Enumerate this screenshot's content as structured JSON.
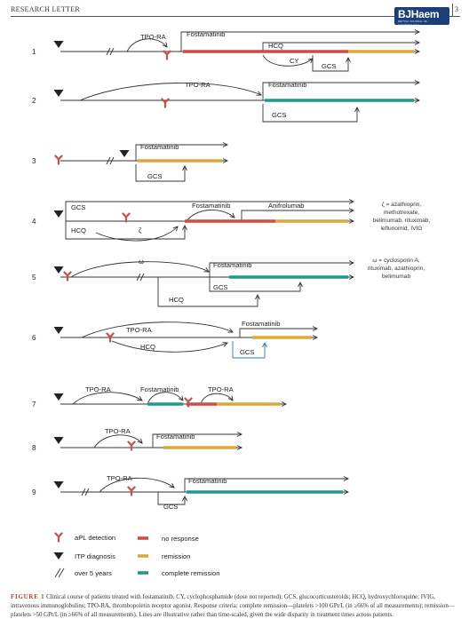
{
  "header": {
    "section": "RESEARCH LETTER",
    "page_number": "3",
    "journal_logo": "BJHaem",
    "journal_logo_sub": "BRITISH JOURNAL OF HAEMATOLOGY"
  },
  "colors": {
    "no_response": "#cf4b45",
    "remission": "#e1a63a",
    "complete_remission": "#1d9a8a",
    "highlight_blue": "#2b79b8",
    "aPL_marker": "#c9514a",
    "line": "#333333"
  },
  "patients": {
    "p1": {
      "num": "1",
      "tpo": "TPO-RA",
      "fosta": "Fostamatinib",
      "hcq": "HCQ",
      "cy": "CY",
      "gcs": "GCS"
    },
    "p2": {
      "num": "2",
      "tpo": "TPO-RA",
      "fosta": "Fostamatinib",
      "gcs": "GCS"
    },
    "p3": {
      "num": "3",
      "fosta": "Fostamatinib",
      "gcs": "GCS"
    },
    "p4": {
      "num": "4",
      "gcs": "GCS",
      "hcq": "HCQ",
      "zeta": "ζ",
      "fosta": "Fostamatinib",
      "anif": "Anifrolumab",
      "note": [
        "ζ = azathioprin,",
        "methotrexate,",
        "belimumab, rituximab,",
        "leflunomid, IVIG"
      ]
    },
    "p5": {
      "num": "5",
      "omega": "ω",
      "fosta": "Fostamatinib",
      "gcs": "GCS",
      "hcq": "HCQ",
      "note": [
        "ω = cyclosporin A,",
        "rituximab, azathioprin,",
        "belimumab"
      ]
    },
    "p6": {
      "num": "6",
      "tpo": "TPO-RA",
      "hcq": "HCQ",
      "fosta": "Fostamatinib",
      "gcs": "GCS"
    },
    "p7": {
      "num": "7",
      "tpo1": "TPO-RA",
      "fosta": "Fostamatinib",
      "tpo2": "TPO-RA"
    },
    "p8": {
      "num": "8",
      "tpo": "TPO-RA",
      "fosta": "Fostamatinib"
    },
    "p9": {
      "num": "9",
      "tpo": "TPO-RA",
      "fosta": "Fostamatinib",
      "gcs": "GCS"
    }
  },
  "legend": {
    "apl": "aPL detection",
    "itp": "ITP diagnosis",
    "over5": "over 5 years",
    "no_response": "no response",
    "remission": "remission",
    "complete_remission": "complete remission"
  },
  "caption": {
    "label": "FIGURE 1",
    "text": "Clinical course of patients treated with fostamatinib. CY, cyclophosphamide (dose not reported); GCS, glucocorticosteroids; HCQ, hydroxychloroquine; IVIG, intravenous immunoglobulins; TPO-RA, thrombopoietin receptor agonist. Response criteria: complete remission—platelets >100 GPt/L (in ≥66% of all measurements); remission—platelets >50 GPt/L (in ≥66% of all measurements). Lines are illustrative rather than time-scaled, given the wide disparity in treatment times across patients."
  }
}
